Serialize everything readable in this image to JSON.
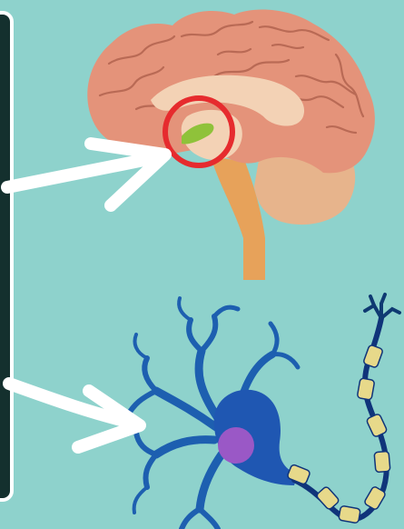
{
  "canvas": {
    "background_color": "#8ed2cc"
  },
  "panel": {
    "border_color": "#ffffff",
    "fill_color": "#14302e"
  },
  "arrows": {
    "color": "#ffffff",
    "items": [
      {
        "name": "arrow-to-brain",
        "target": "brain"
      },
      {
        "name": "arrow-to-neuron",
        "target": "neuron"
      }
    ]
  },
  "brain": {
    "cerebrum_color": "#e4937a",
    "cerebrum_fold_color": "#b96a55",
    "cerebellum_color": "#e7b48c",
    "stem_color": "#e7a25a",
    "inner_color": "#f3d2b5",
    "hippocampus_color": "#8fc23a",
    "highlight_ring_color": "#e62b2e"
  },
  "neuron": {
    "dendrite_color": "#1d5fb0",
    "soma_color": "#1f57b2",
    "nucleus_color": "#9a58c6",
    "myelin_color": "#e7d98a",
    "axon_color": "#10347a",
    "terminal_color": "#0f3a72"
  },
  "icons": [
    "brain-icon",
    "neuron-icon",
    "arrow-icon"
  ]
}
